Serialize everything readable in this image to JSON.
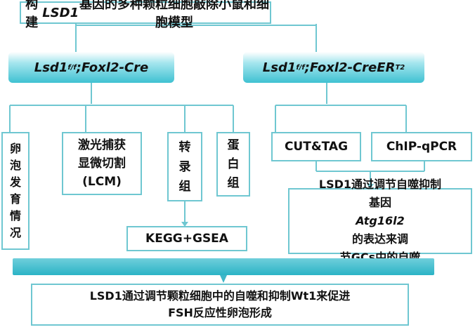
{
  "title": {
    "pre": "构建",
    "gene": "LSD1",
    "post": "基因的多种颗粒细胞敲除小鼠和细胞模型"
  },
  "models": {
    "left": {
      "gene": "Lsd1",
      "sup": "f/f",
      "suffix": ";Foxl2-Cre"
    },
    "right": {
      "gene": "Lsd1",
      "sup": "f/f",
      "suffix": ";Foxl2-CreER",
      "sup2": "T2"
    }
  },
  "methods": {
    "ovary": [
      "卵",
      "泡",
      "发",
      "育",
      "情",
      "况"
    ],
    "lcm": [
      "激光捕获",
      "显微切割",
      "(LCM)"
    ],
    "transcriptome": [
      "转",
      "录",
      "组"
    ],
    "proteome": [
      "蛋",
      "白",
      "组"
    ],
    "kegg": "KEGG+GSEA",
    "cuttag": "CUT&TAG",
    "chip": "ChIP-qPCR"
  },
  "mechanism": {
    "line1": "LSD1通过调节自噬抑制",
    "pre": "基因",
    "gene": "Atg16l2",
    "post": "的表达来调",
    "line3": "节GCs中的自噬"
  },
  "conclusion": {
    "line1": "LSD1通过调节颗粒细胞中的自噬和抑制Wt1来促进",
    "line2": "FSH反应性卵泡形成"
  },
  "colors": {
    "accent": "#6fc7d1",
    "pill": "#3fc1d2"
  }
}
